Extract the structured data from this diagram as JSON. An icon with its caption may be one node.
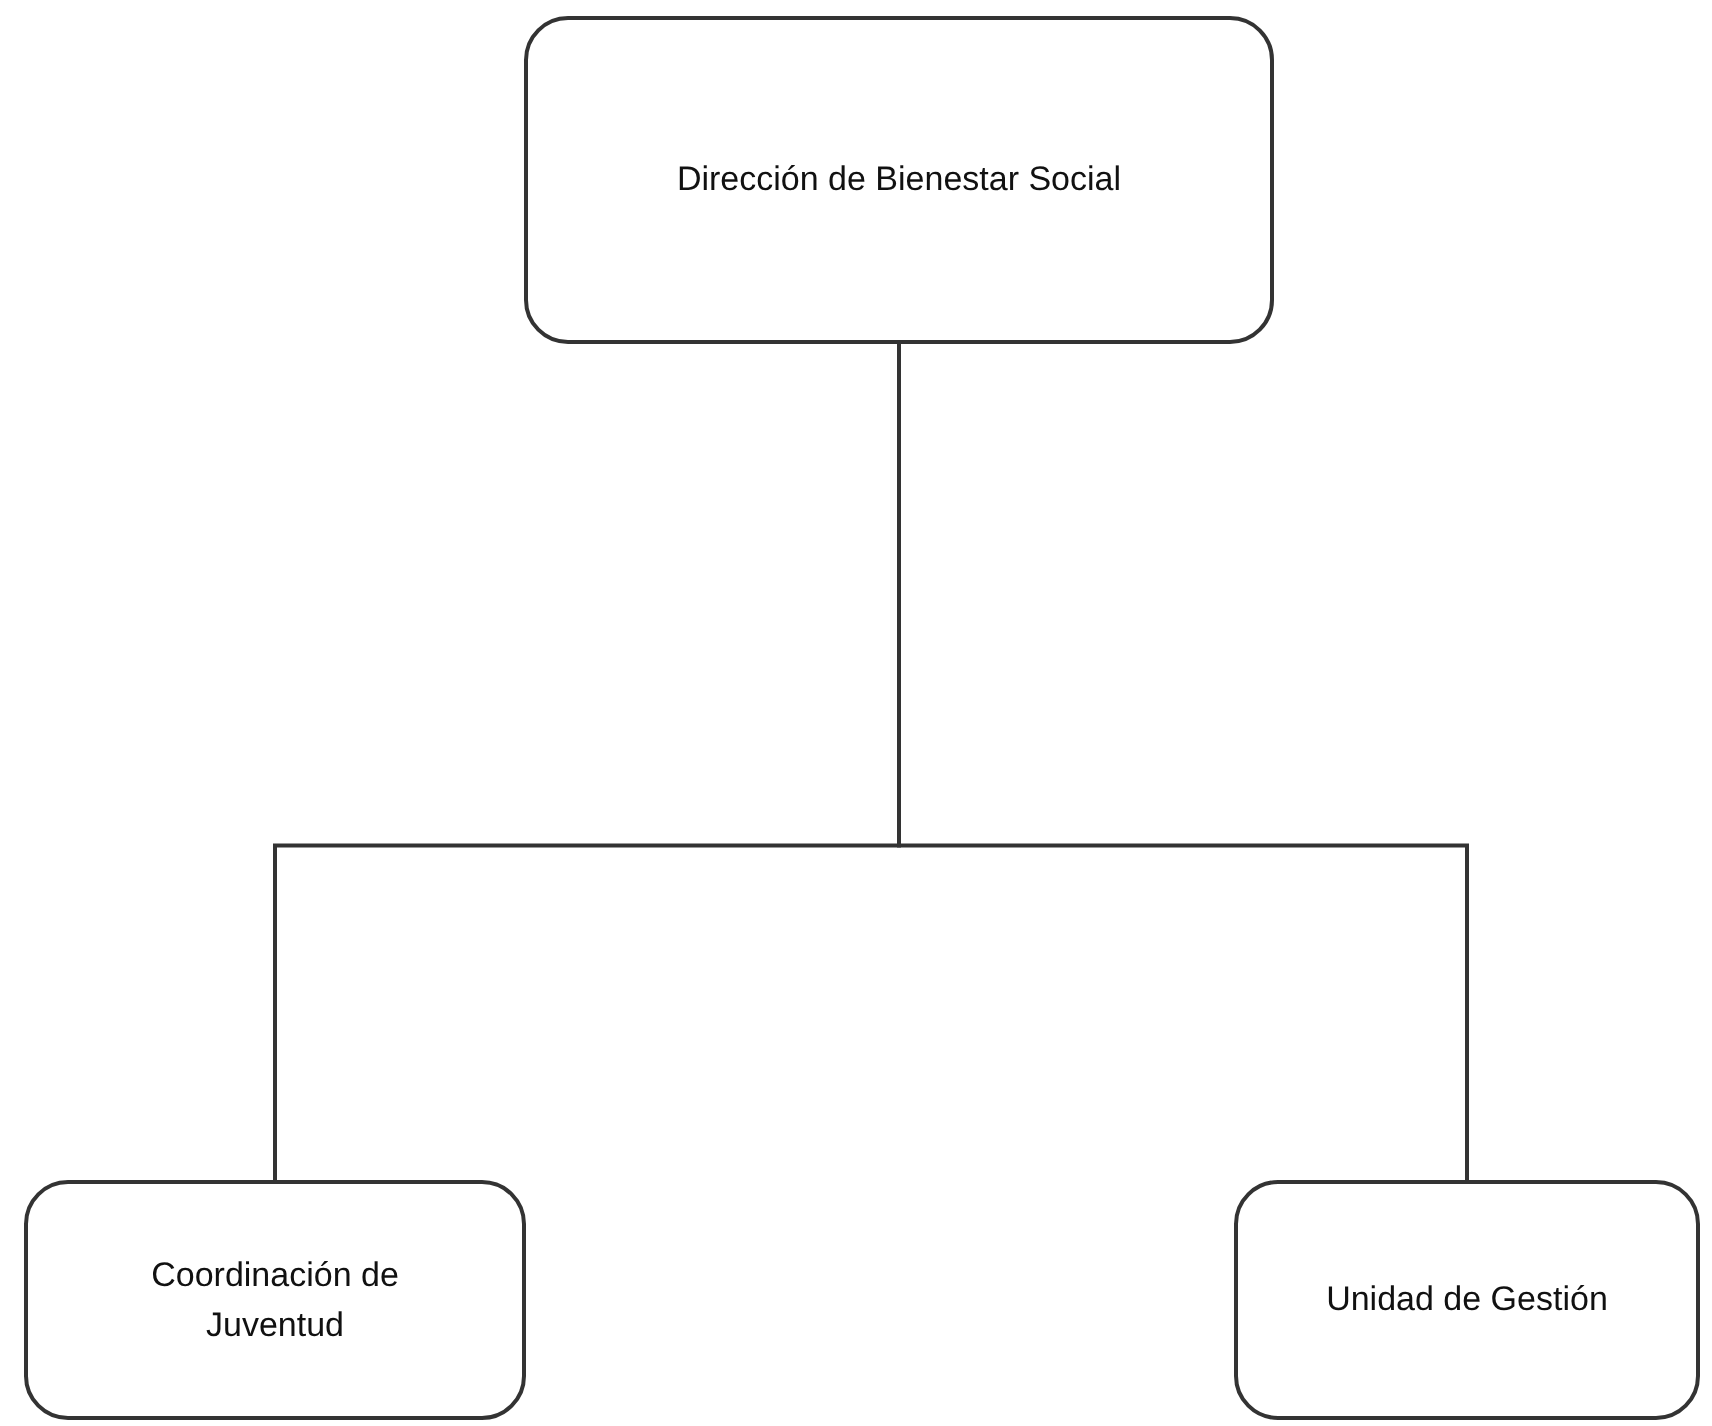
{
  "diagram": {
    "nodes": [
      {
        "text": [
          "Dirección de Bienestar Social"
        ]
      },
      {
        "text": [
          "Coordinación de Juventud"
        ]
      },
      {
        "text": [
          "Unidad de Gestión"
        ]
      }
    ],
    "edges": [
      {
        "from": 0,
        "to": 1,
        "arrow": "none"
      },
      {
        "from": 0,
        "to": 2,
        "arrow": "none"
      }
    ]
  }
}
